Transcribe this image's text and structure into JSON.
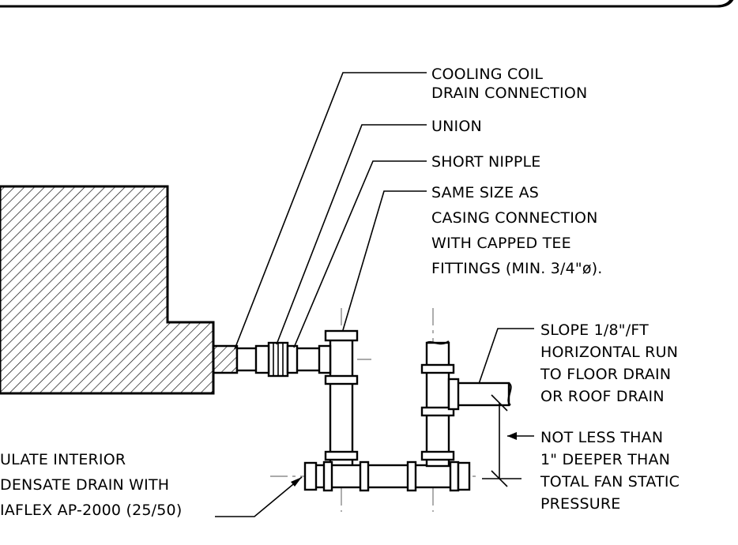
{
  "labels": {
    "cooling_coil": [
      "COOLING COIL",
      "DRAIN CONNECTION"
    ],
    "union": [
      "UNION"
    ],
    "short_nipple": [
      "SHORT NIPPLE"
    ],
    "same_size": [
      "SAME SIZE AS",
      "CASING CONNECTION",
      "WITH CAPPED TEE",
      "FITTINGS (MIN. 3/4\"ø)."
    ],
    "slope": [
      "SLOPE 1/8\"/FT",
      "HORIZONTAL RUN",
      "TO FLOOR DRAIN",
      "OR ROOF DRAIN"
    ],
    "not_less": [
      "NOT LESS THAN",
      "1\" DEEPER THAN",
      "TOTAL FAN STATIC",
      "PRESSURE"
    ],
    "insulate": [
      "ULATE INTERIOR",
      "DENSATE DRAIN WITH",
      "IAFLEX AP-2000 (25/50)"
    ]
  }
}
